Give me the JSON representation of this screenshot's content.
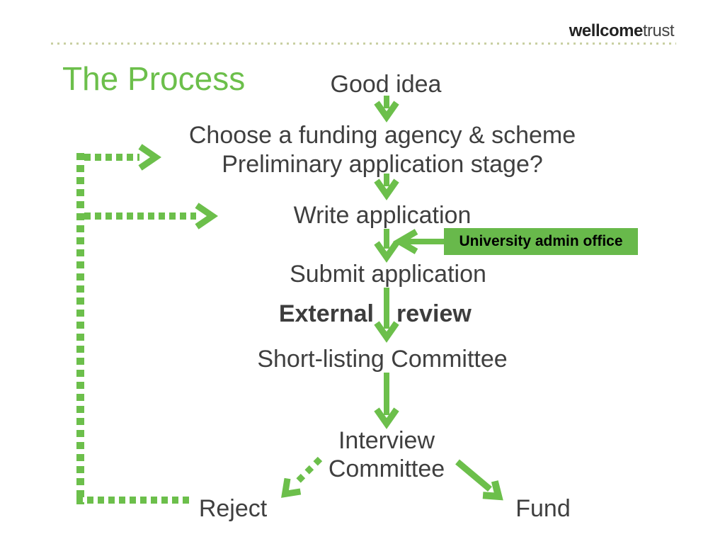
{
  "slide": {
    "title": "The Process",
    "logo": {
      "primary": "wellcome",
      "secondary": "trust"
    }
  },
  "flowchart": {
    "nodes": {
      "good_idea": "Good idea",
      "choose_agency_line1": "Choose a funding agency & scheme",
      "choose_agency_line2": "Preliminary application stage?",
      "write_application": "Write application",
      "submit_application": "Submit application",
      "external_review_word1": "External",
      "external_review_word2": "review",
      "shortlisting_committee": "Short-listing Committee",
      "interview_line1": "Interview",
      "interview_line2": "Committee",
      "reject": "Reject",
      "fund": "Fund"
    },
    "callout": {
      "label": "University admin office"
    }
  },
  "colors": {
    "green": "#6cbf4b",
    "callout_bg": "#68b94b",
    "text": "#3f3f3f",
    "separator": "#c9d0a2"
  }
}
